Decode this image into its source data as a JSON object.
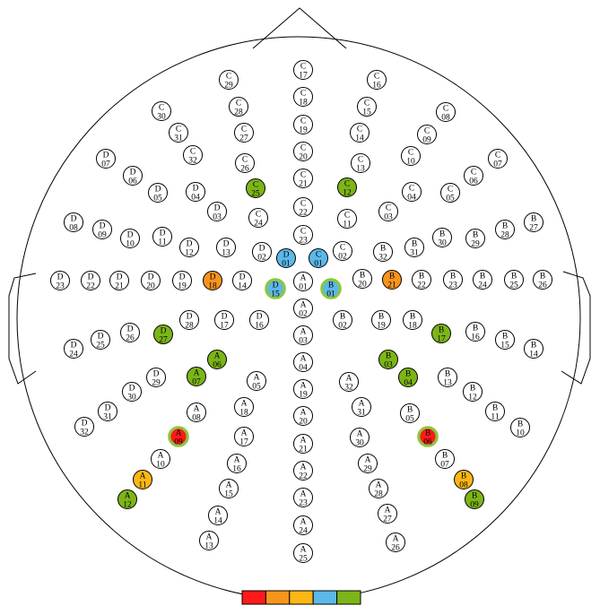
{
  "colors": {
    "outline": "#000000",
    "background": "#ffffff",
    "electrode_default": "#ffffff",
    "red": "#ff1a1a",
    "orange": "#f7941d",
    "yellow": "#fbb714",
    "blue": "#5bb8e8",
    "green": "#7cb518",
    "ring_green": "#8dc63f"
  },
  "legend": {
    "swatches": [
      "red",
      "orange",
      "yellow",
      "blue",
      "green"
    ]
  },
  "electrodes": [
    {
      "group": "A",
      "num": "01"
    },
    {
      "group": "A",
      "num": "02"
    },
    {
      "group": "A",
      "num": "03"
    },
    {
      "group": "A",
      "num": "04"
    },
    {
      "group": "A",
      "num": "19"
    },
    {
      "group": "A",
      "num": "20"
    },
    {
      "group": "A",
      "num": "21"
    },
    {
      "group": "A",
      "num": "22"
    },
    {
      "group": "A",
      "num": "23"
    },
    {
      "group": "A",
      "num": "24"
    },
    {
      "group": "A",
      "num": "25"
    },
    {
      "group": "A",
      "num": "05"
    },
    {
      "group": "A",
      "num": "18"
    },
    {
      "group": "A",
      "num": "17"
    },
    {
      "group": "A",
      "num": "16"
    },
    {
      "group": "A",
      "num": "15"
    },
    {
      "group": "A",
      "num": "14"
    },
    {
      "group": "A",
      "num": "13"
    },
    {
      "group": "A",
      "num": "06",
      "fill": "green"
    },
    {
      "group": "A",
      "num": "07",
      "fill": "green"
    },
    {
      "group": "A",
      "num": "08"
    },
    {
      "group": "A",
      "num": "09",
      "fill": "red",
      "ring": "ring_green"
    },
    {
      "group": "A",
      "num": "10"
    },
    {
      "group": "A",
      "num": "11",
      "fill": "yellow"
    },
    {
      "group": "A",
      "num": "12",
      "fill": "green"
    },
    {
      "group": "A",
      "num": "32"
    },
    {
      "group": "A",
      "num": "31"
    },
    {
      "group": "A",
      "num": "30"
    },
    {
      "group": "A",
      "num": "29"
    },
    {
      "group": "A",
      "num": "28"
    },
    {
      "group": "A",
      "num": "27"
    },
    {
      "group": "A",
      "num": "26"
    },
    {
      "group": "B",
      "num": "01",
      "fill": "blue",
      "ring": "ring_green"
    },
    {
      "group": "B",
      "num": "20"
    },
    {
      "group": "B",
      "num": "21",
      "fill": "orange"
    },
    {
      "group": "B",
      "num": "22"
    },
    {
      "group": "B",
      "num": "23"
    },
    {
      "group": "B",
      "num": "24"
    },
    {
      "group": "B",
      "num": "25"
    },
    {
      "group": "B",
      "num": "26"
    },
    {
      "group": "B",
      "num": "32"
    },
    {
      "group": "B",
      "num": "31"
    },
    {
      "group": "B",
      "num": "30"
    },
    {
      "group": "B",
      "num": "29"
    },
    {
      "group": "B",
      "num": "28"
    },
    {
      "group": "B",
      "num": "27"
    },
    {
      "group": "B",
      "num": "02"
    },
    {
      "group": "B",
      "num": "19"
    },
    {
      "group": "B",
      "num": "18"
    },
    {
      "group": "B",
      "num": "17",
      "fill": "green"
    },
    {
      "group": "B",
      "num": "16"
    },
    {
      "group": "B",
      "num": "15"
    },
    {
      "group": "B",
      "num": "14"
    },
    {
      "group": "B",
      "num": "03",
      "fill": "green"
    },
    {
      "group": "B",
      "num": "04",
      "fill": "green"
    },
    {
      "group": "B",
      "num": "13"
    },
    {
      "group": "B",
      "num": "12"
    },
    {
      "group": "B",
      "num": "11"
    },
    {
      "group": "B",
      "num": "10"
    },
    {
      "group": "B",
      "num": "05"
    },
    {
      "group": "B",
      "num": "06",
      "fill": "red",
      "ring": "ring_green"
    },
    {
      "group": "B",
      "num": "07"
    },
    {
      "group": "B",
      "num": "08",
      "fill": "yellow"
    },
    {
      "group": "B",
      "num": "09",
      "fill": "green"
    },
    {
      "group": "C",
      "num": "01",
      "fill": "blue"
    },
    {
      "group": "C",
      "num": "02"
    },
    {
      "group": "C",
      "num": "23"
    },
    {
      "group": "C",
      "num": "22"
    },
    {
      "group": "C",
      "num": "21"
    },
    {
      "group": "C",
      "num": "20"
    },
    {
      "group": "C",
      "num": "19"
    },
    {
      "group": "C",
      "num": "18"
    },
    {
      "group": "C",
      "num": "17"
    },
    {
      "group": "C",
      "num": "11"
    },
    {
      "group": "C",
      "num": "12",
      "fill": "green"
    },
    {
      "group": "C",
      "num": "13"
    },
    {
      "group": "C",
      "num": "14"
    },
    {
      "group": "C",
      "num": "15"
    },
    {
      "group": "C",
      "num": "16"
    },
    {
      "group": "C",
      "num": "03"
    },
    {
      "group": "C",
      "num": "04"
    },
    {
      "group": "C",
      "num": "10"
    },
    {
      "group": "C",
      "num": "09"
    },
    {
      "group": "C",
      "num": "08"
    },
    {
      "group": "C",
      "num": "05"
    },
    {
      "group": "C",
      "num": "06"
    },
    {
      "group": "C",
      "num": "07"
    },
    {
      "group": "C",
      "num": "24"
    },
    {
      "group": "C",
      "num": "25",
      "fill": "green"
    },
    {
      "group": "C",
      "num": "26"
    },
    {
      "group": "C",
      "num": "27"
    },
    {
      "group": "C",
      "num": "28"
    },
    {
      "group": "C",
      "num": "29"
    },
    {
      "group": "C",
      "num": "32"
    },
    {
      "group": "C",
      "num": "31"
    },
    {
      "group": "C",
      "num": "30"
    },
    {
      "group": "D",
      "num": "01",
      "fill": "blue"
    },
    {
      "group": "D",
      "num": "15",
      "fill": "blue",
      "ring": "ring_green"
    },
    {
      "group": "D",
      "num": "02"
    },
    {
      "group": "D",
      "num": "13"
    },
    {
      "group": "D",
      "num": "12"
    },
    {
      "group": "D",
      "num": "11"
    },
    {
      "group": "D",
      "num": "10"
    },
    {
      "group": "D",
      "num": "09"
    },
    {
      "group": "D",
      "num": "08"
    },
    {
      "group": "D",
      "num": "03"
    },
    {
      "group": "D",
      "num": "04"
    },
    {
      "group": "D",
      "num": "05"
    },
    {
      "group": "D",
      "num": "06"
    },
    {
      "group": "D",
      "num": "07"
    },
    {
      "group": "D",
      "num": "14"
    },
    {
      "group": "D",
      "num": "18",
      "fill": "orange"
    },
    {
      "group": "D",
      "num": "19"
    },
    {
      "group": "D",
      "num": "20"
    },
    {
      "group": "D",
      "num": "21"
    },
    {
      "group": "D",
      "num": "22"
    },
    {
      "group": "D",
      "num": "23"
    },
    {
      "group": "D",
      "num": "16"
    },
    {
      "group": "D",
      "num": "17"
    },
    {
      "group": "D",
      "num": "28"
    },
    {
      "group": "D",
      "num": "27",
      "fill": "green"
    },
    {
      "group": "D",
      "num": "26"
    },
    {
      "group": "D",
      "num": "25"
    },
    {
      "group": "D",
      "num": "24"
    },
    {
      "group": "D",
      "num": "29"
    },
    {
      "group": "D",
      "num": "30"
    },
    {
      "group": "D",
      "num": "31"
    },
    {
      "group": "D",
      "num": "32"
    }
  ]
}
